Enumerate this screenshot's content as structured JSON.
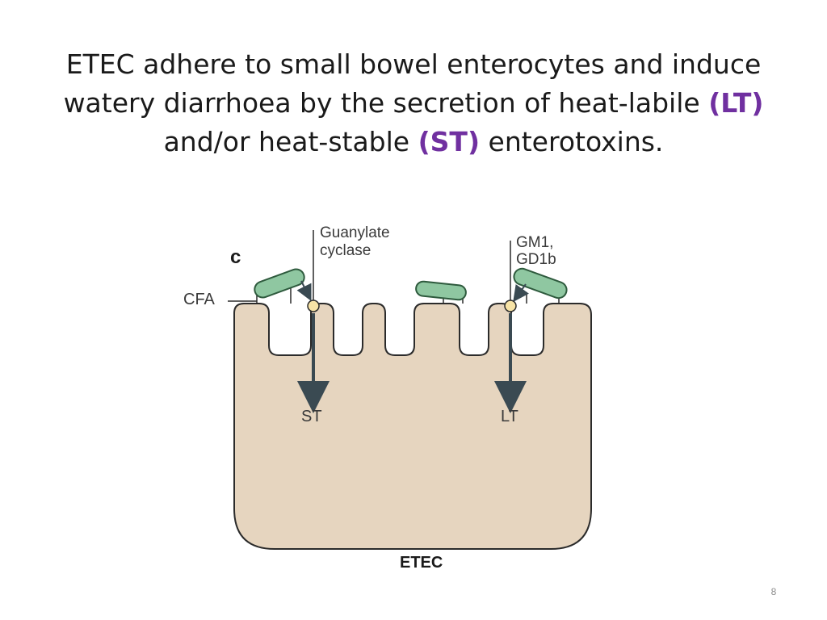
{
  "slide": {
    "title_parts": {
      "line1": "ETEC adhere to small bowel enterocytes and induce",
      "line2_a": "watery diarrhoea by the secretion of heat-labile ",
      "line2_b": "(LT)",
      "line3_a": "and/or heat-stable ",
      "line3_b": "(ST)",
      "line3_c": " enterotoxins."
    },
    "page_number": "8"
  },
  "diagram": {
    "panel_letter": "c",
    "labels": {
      "cfa": "CFA",
      "guanylate_1": "Guanylate",
      "guanylate_2": "cyclase",
      "gm1_1": "GM1,",
      "gm1_2": "GD1b",
      "st": "ST",
      "lt": "LT",
      "cell": "ETEC"
    },
    "colors": {
      "cell_fill": "#e6d5bf",
      "cell_stroke": "#2b2b2b",
      "bacteria_fill": "#8fc7a1",
      "bacteria_stroke": "#2e5a3d",
      "receptor_fill": "#f7e3a6",
      "arrow": "#3a4a52",
      "highlight_purple": "#7030a0"
    }
  }
}
